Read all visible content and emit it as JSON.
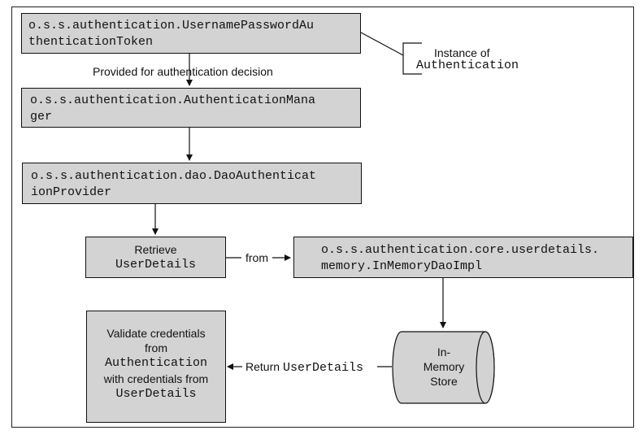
{
  "boxes": {
    "token": {
      "line1": "o.s.s.authentication.UsernamePasswordAu",
      "line2": "thenticationToken"
    },
    "manager": {
      "line1": "o.s.s.authentication.AuthenticationMana",
      "line2": "ger"
    },
    "provider": {
      "line1": "o.s.s.authentication.dao.DaoAuthenticat",
      "line2": "ionProvider"
    },
    "retrieve": {
      "line1": "Retrieve",
      "line2": "UserDetails"
    },
    "inmemory_impl": {
      "line1": "o.s.s.authentication.core.userdetails.",
      "line2": "memory.InMemoryDaoImpl"
    },
    "validate": {
      "line1": "Validate credentials",
      "line2": "from",
      "line3": "Authentication",
      "line4": "with credentials from",
      "line5": "UserDetails"
    }
  },
  "store": {
    "line1": "In-",
    "line2": "Memory",
    "line3": "Store"
  },
  "labels": {
    "instance_of": "Instance of",
    "authentication": "Authentication",
    "provided_for": "Provided for authentication decision",
    "from": "from",
    "return_word": "Return",
    "return_userdetails": "UserDetails"
  },
  "colors": {
    "box_fill": "#d3d3d3",
    "stroke": "#111111"
  }
}
